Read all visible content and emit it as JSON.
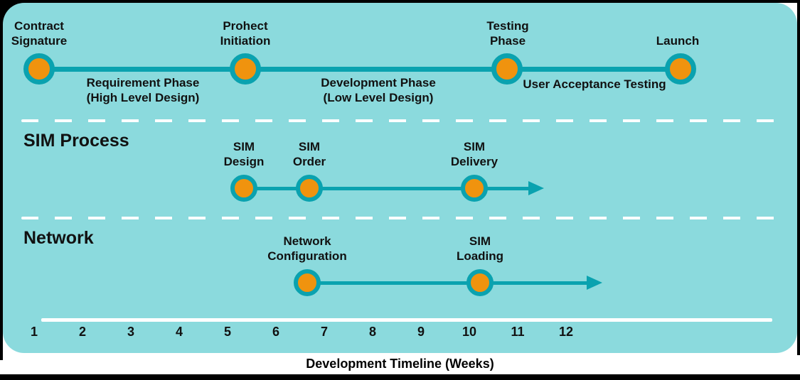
{
  "colors": {
    "background_teal": "#8bdadd",
    "accent_teal": "#0aa2af",
    "node_orange": "#f0930e",
    "text_black": "#111111",
    "separator_white": "#ffffff"
  },
  "main_timeline": {
    "milestones": [
      "Contract Signature",
      "Prohect Initiation",
      "Testing Phase",
      "Launch"
    ],
    "phases": [
      "Requirement Phase (High Level Design)",
      "Development Phase (Low Level Design)",
      "User Acceptance Testing"
    ]
  },
  "sim_process": {
    "title": "SIM Process",
    "milestones": [
      "SIM Design",
      "SIM Order",
      "SIM Delivery"
    ]
  },
  "network": {
    "title": "Network",
    "milestones": [
      "Network Configuration",
      "SIM Loading"
    ]
  },
  "axis": {
    "weeks": [
      "1",
      "2",
      "3",
      "4",
      "5",
      "6",
      "7",
      "8",
      "9",
      "10",
      "11",
      "12"
    ],
    "caption": "Development Timeline (Weeks)"
  }
}
